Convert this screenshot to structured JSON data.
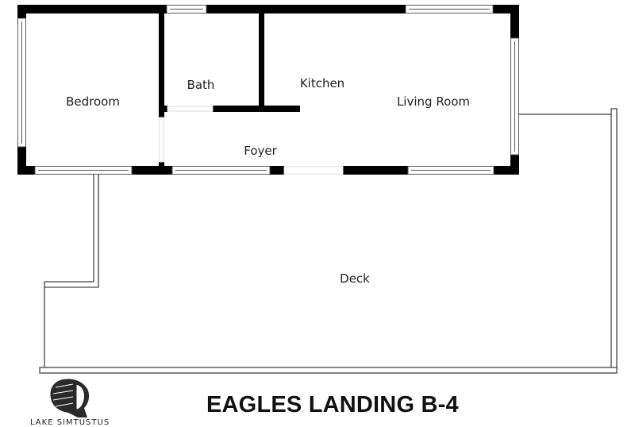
{
  "plan": {
    "title": "EAGLES LANDING B-4",
    "logo_text": "LAKE SIMTUSTUS",
    "rooms": {
      "bedroom": "Bedroom",
      "bath": "Bath",
      "kitchen": "Kitchen",
      "living_room": "Living Room",
      "foyer": "Foyer",
      "deck": "Deck"
    }
  }
}
